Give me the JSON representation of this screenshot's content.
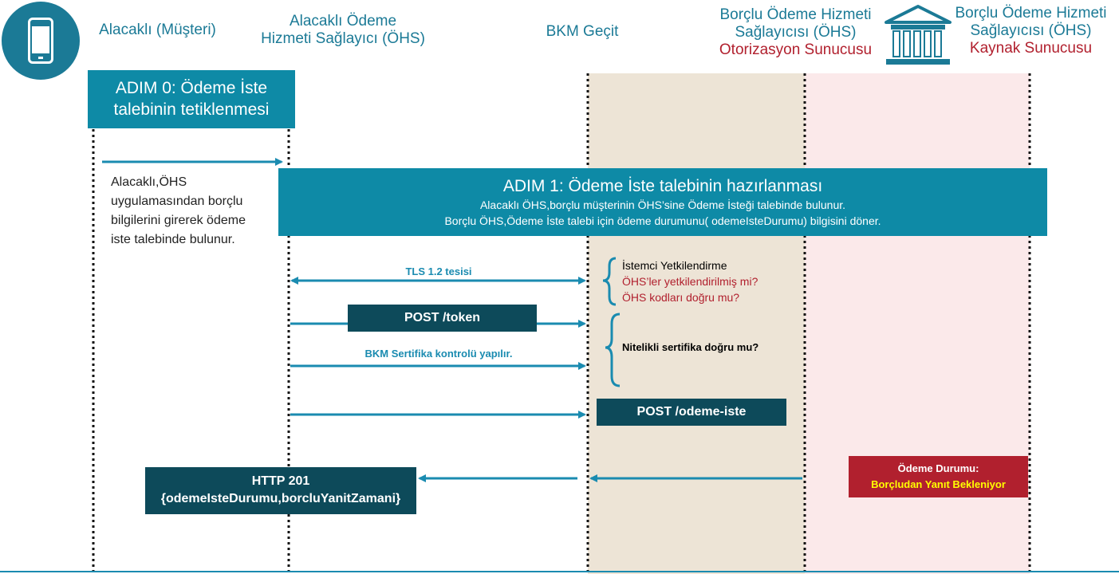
{
  "headers": {
    "customer": "Alacaklı (Müşteri)",
    "creditor_line1": "Alacaklı Ödeme",
    "creditor_line2": "Hizmeti Sağlayıcı (ÖHS)",
    "gateway": "BKM Geçit",
    "auth_line1": "Borçlu Ödeme Hizmeti",
    "auth_line2": "Sağlayıcısı (ÖHS)",
    "auth_line3": "Otorizasyon Sunucusu",
    "resource_line1": "Borçlu Ödeme Hizmeti",
    "resource_line2": "Sağlayıcısı (ÖHS)",
    "resource_line3": "Kaynak Sunucusu"
  },
  "icons": {
    "phone": "mobile-phone-icon",
    "bank": "bank-building-icon"
  },
  "step0": {
    "line1": "ADIM 0: Ödeme İste",
    "line2": "talebinin tetiklenmesi"
  },
  "step1": {
    "title": "ADIM 1: Ödeme İste talebinin hazırlanması",
    "line1": "Alacaklı ÖHS,borçlu müşterinin ÖHS’sine Ödeme İsteği talebinde bulunur.",
    "line2": "Borçlu ÖHS,Ödeme İste talebi için ödeme durumunu( odemeIsteDurumu) bilgisini döner."
  },
  "customer_note": {
    "line1": "Alacaklı,ÖHS",
    "line2": "uygulamasından borçlu",
    "line3": "bilgilerini girerek ödeme",
    "line4": "iste talebinde bulunur."
  },
  "messages": {
    "tls": "TLS 1.2 tesisi",
    "post_token": "POST /token",
    "cert_check": "BKM Sertifika kontrolü yapılır.",
    "post_odeme": "POST /odeme-iste",
    "http_line1": "HTTP 201",
    "http_line2": "{odemeIsteDurumu,borcluYanitZamani}"
  },
  "client_auth": {
    "title": "İstemci Yetkilendirme",
    "q1": "ÖHS’ler yetkilendirilmiş mi?",
    "q2": "ÖHS kodları doğru mu?"
  },
  "cert_question": "Nitelikli sertifika doğru mu?",
  "status": {
    "label": "Ödeme Durumu:",
    "value": "Borçludan Yanıt Bekleniyor"
  },
  "colors": {
    "accent": "#0e8aa6",
    "dark": "#0d4a5a",
    "header_text": "#1b7a96",
    "red": "#b1202e",
    "gateway_bg": "#ede4d6",
    "resource_bg": "#fbe9ea",
    "status_value": "#ffff00"
  }
}
